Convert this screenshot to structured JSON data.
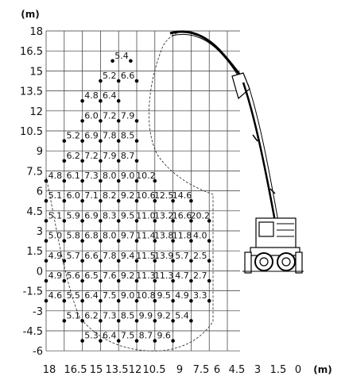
{
  "chart_data": {
    "type": "load-chart",
    "x_unit": "(m)",
    "y_unit": "(m)",
    "x_ticks": [
      "18",
      "16.5",
      "15",
      "13.5",
      "12",
      "10.5",
      "9",
      "7.5",
      "6",
      "4.5",
      "3",
      "1.5",
      "0"
    ],
    "y_ticks": [
      "18",
      "16.5",
      "15",
      "13.5",
      "12",
      "10.5",
      "9",
      "7.5",
      "6",
      "4.5",
      "3",
      "1.5",
      "0",
      "-1.5",
      "-3",
      "-4.5",
      "-6"
    ],
    "rows": [
      {
        "height": 16.5,
        "values": [
          {
            "x": 12.5,
            "v": "5.4"
          }
        ]
      },
      {
        "height": 15,
        "values": [
          {
            "x": 13.5,
            "v": "5.2"
          },
          {
            "x": 12.0,
            "v": "6.6"
          }
        ]
      },
      {
        "height": 13.5,
        "values": [
          {
            "x": 15.0,
            "v": "4.8"
          },
          {
            "x": 13.5,
            "v": "6.4"
          }
        ]
      },
      {
        "height": 12,
        "values": [
          {
            "x": 15.0,
            "v": "6.0"
          },
          {
            "x": 13.5,
            "v": "7.2"
          },
          {
            "x": 12.0,
            "v": "7.9"
          }
        ]
      },
      {
        "height": 10.5,
        "values": [
          {
            "x": 16.5,
            "v": "5.2"
          },
          {
            "x": 15.0,
            "v": "6.9"
          },
          {
            "x": 13.5,
            "v": "7.8"
          },
          {
            "x": 12.0,
            "v": "8.5"
          }
        ]
      },
      {
        "height": 9,
        "values": [
          {
            "x": 16.5,
            "v": "6.2"
          },
          {
            "x": 15.0,
            "v": "7.2"
          },
          {
            "x": 13.5,
            "v": "7.9"
          },
          {
            "x": 12.0,
            "v": "8.7"
          }
        ]
      },
      {
        "height": 7.5,
        "values": [
          {
            "x": 18.0,
            "v": "4.8"
          },
          {
            "x": 16.5,
            "v": "6.1"
          },
          {
            "x": 15.0,
            "v": "7.3"
          },
          {
            "x": 13.5,
            "v": "8.0"
          },
          {
            "x": 12.0,
            "v": "9.0"
          },
          {
            "x": 10.5,
            "v": "10.2"
          }
        ]
      },
      {
        "height": 6,
        "values": [
          {
            "x": 18.0,
            "v": "5.1"
          },
          {
            "x": 16.5,
            "v": "6.0"
          },
          {
            "x": 15.0,
            "v": "7.1"
          },
          {
            "x": 13.5,
            "v": "8.2"
          },
          {
            "x": 12.0,
            "v": "9.2"
          },
          {
            "x": 10.5,
            "v": "10.6"
          },
          {
            "x": 9.0,
            "v": "12.5"
          },
          {
            "x": 7.5,
            "v": "14.6"
          }
        ]
      },
      {
        "height": 4.5,
        "values": [
          {
            "x": 18.0,
            "v": "5.1"
          },
          {
            "x": 16.5,
            "v": "5.9"
          },
          {
            "x": 15.0,
            "v": "6.9"
          },
          {
            "x": 13.5,
            "v": "8.3"
          },
          {
            "x": 12.0,
            "v": "9.5"
          },
          {
            "x": 10.5,
            "v": "11.0"
          },
          {
            "x": 9.0,
            "v": "13.2"
          },
          {
            "x": 7.5,
            "v": "16.6"
          },
          {
            "x": 6.0,
            "v": "20.2"
          }
        ]
      },
      {
        "height": 3,
        "values": [
          {
            "x": 18.0,
            "v": "5.0"
          },
          {
            "x": 16.5,
            "v": "5.8"
          },
          {
            "x": 15.0,
            "v": "6.8"
          },
          {
            "x": 13.5,
            "v": "8.0"
          },
          {
            "x": 12.0,
            "v": "9.7"
          },
          {
            "x": 10.5,
            "v": "11.4"
          },
          {
            "x": 9.0,
            "v": "13.8"
          },
          {
            "x": 7.5,
            "v": "11.8"
          },
          {
            "x": 6.0,
            "v": "4.0"
          }
        ]
      },
      {
        "height": 1.5,
        "values": [
          {
            "x": 18.0,
            "v": "4.9"
          },
          {
            "x": 16.5,
            "v": "5.7"
          },
          {
            "x": 15.0,
            "v": "6.6"
          },
          {
            "x": 13.5,
            "v": "7.8"
          },
          {
            "x": 12.0,
            "v": "9.4"
          },
          {
            "x": 10.5,
            "v": "11.5"
          },
          {
            "x": 9.0,
            "v": "13.9"
          },
          {
            "x": 7.5,
            "v": "5.7"
          },
          {
            "x": 6.0,
            "v": "2.5"
          }
        ]
      },
      {
        "height": 0,
        "values": [
          {
            "x": 18.0,
            "v": "4.9"
          },
          {
            "x": 16.5,
            "v": "5.6"
          },
          {
            "x": 15.0,
            "v": "6.5"
          },
          {
            "x": 13.5,
            "v": "7.6"
          },
          {
            "x": 12.0,
            "v": "9.2"
          },
          {
            "x": 10.5,
            "v": "11.3"
          },
          {
            "x": 9.0,
            "v": "11.3"
          },
          {
            "x": 7.5,
            "v": "4.7"
          },
          {
            "x": 6.0,
            "v": "2.7"
          }
        ]
      },
      {
        "height": -1.5,
        "values": [
          {
            "x": 18.0,
            "v": "4.6"
          },
          {
            "x": 16.5,
            "v": "5.5"
          },
          {
            "x": 15.0,
            "v": "6.4"
          },
          {
            "x": 13.5,
            "v": "7.5"
          },
          {
            "x": 12.0,
            "v": "9.0"
          },
          {
            "x": 10.5,
            "v": "10.8"
          },
          {
            "x": 9.0,
            "v": "9.5"
          },
          {
            "x": 7.5,
            "v": "4.9"
          },
          {
            "x": 6.0,
            "v": "3.3"
          }
        ]
      },
      {
        "height": -3,
        "values": [
          {
            "x": 16.5,
            "v": "5.1"
          },
          {
            "x": 15.0,
            "v": "6.2"
          },
          {
            "x": 13.5,
            "v": "7.3"
          },
          {
            "x": 12.0,
            "v": "8.5"
          },
          {
            "x": 10.5,
            "v": "9.9"
          },
          {
            "x": 9.0,
            "v": "9.2"
          },
          {
            "x": 7.5,
            "v": "5.4"
          }
        ]
      },
      {
        "height": -4.5,
        "values": [
          {
            "x": 15.0,
            "v": "5.3"
          },
          {
            "x": 13.5,
            "v": "6.4"
          },
          {
            "x": 12.0,
            "v": "7.5"
          },
          {
            "x": 10.5,
            "v": "8.7"
          },
          {
            "x": 9.0,
            "v": "9.6"
          }
        ]
      }
    ],
    "grid": true
  }
}
